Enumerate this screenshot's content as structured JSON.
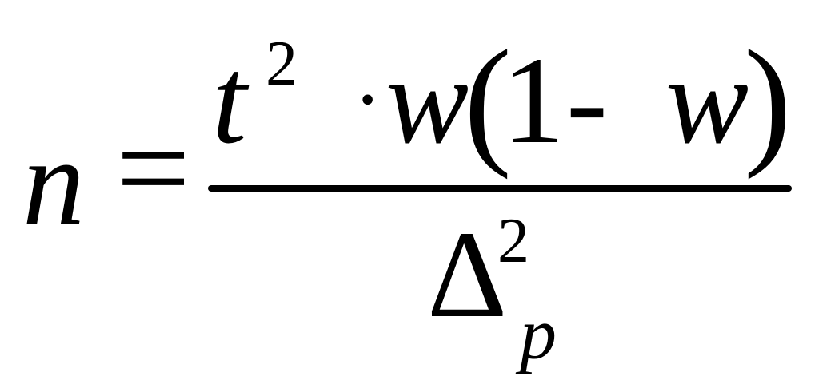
{
  "formula": {
    "lhs_variable": "n",
    "equals_sign": "=",
    "numerator": {
      "t_variable": "t",
      "t_exponent": "2",
      "multiply_operator": "·",
      "w_variable": "w",
      "open_paren": "(",
      "one": "1",
      "minus_operator": "-",
      "w_variable_2": "w",
      "close_paren": ")"
    },
    "denominator": {
      "delta_symbol": "Δ",
      "delta_exponent": "2",
      "delta_subscript": "p"
    }
  }
}
